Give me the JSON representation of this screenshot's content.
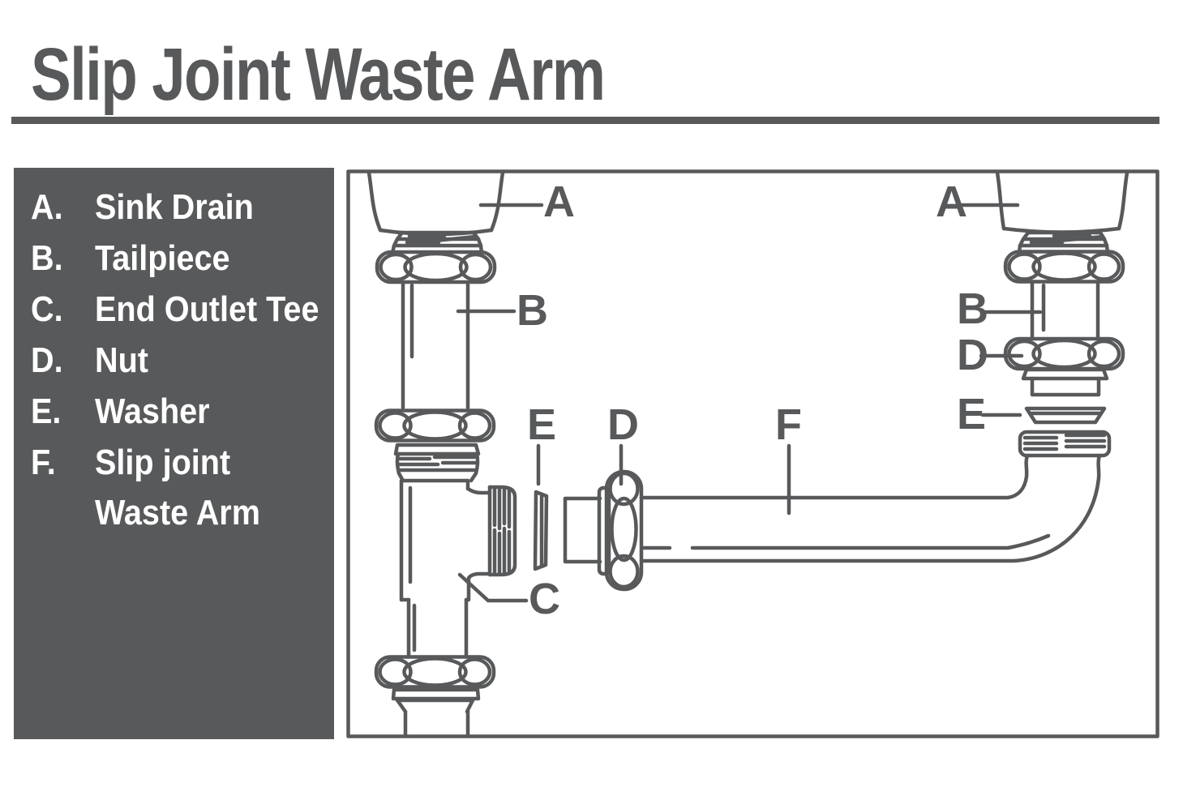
{
  "title": "Slip Joint Waste Arm",
  "colors": {
    "ink": "#58595b",
    "panel_bg": "#58595b",
    "panel_text": "#ffffff",
    "page_bg": "#ffffff"
  },
  "legend": {
    "items": [
      {
        "letter": "A.",
        "label": "Sink Drain"
      },
      {
        "letter": "B.",
        "label": "Tailpiece"
      },
      {
        "letter": "C.",
        "label": "End Outlet Tee"
      },
      {
        "letter": "D.",
        "label": "Nut"
      },
      {
        "letter": "E.",
        "label": "Washer"
      },
      {
        "letter": "F.",
        "label": "Slip joint",
        "label2": "Waste Arm"
      }
    ]
  },
  "diagram": {
    "callouts": {
      "left_sink_drain": "A",
      "left_tailpiece": "B",
      "end_outlet_tee": "C",
      "left_washer": "E",
      "left_nut": "D",
      "waste_arm": "F",
      "right_sink_drain": "A",
      "right_tailpiece": "B",
      "right_nut": "D",
      "right_washer": "E"
    }
  }
}
